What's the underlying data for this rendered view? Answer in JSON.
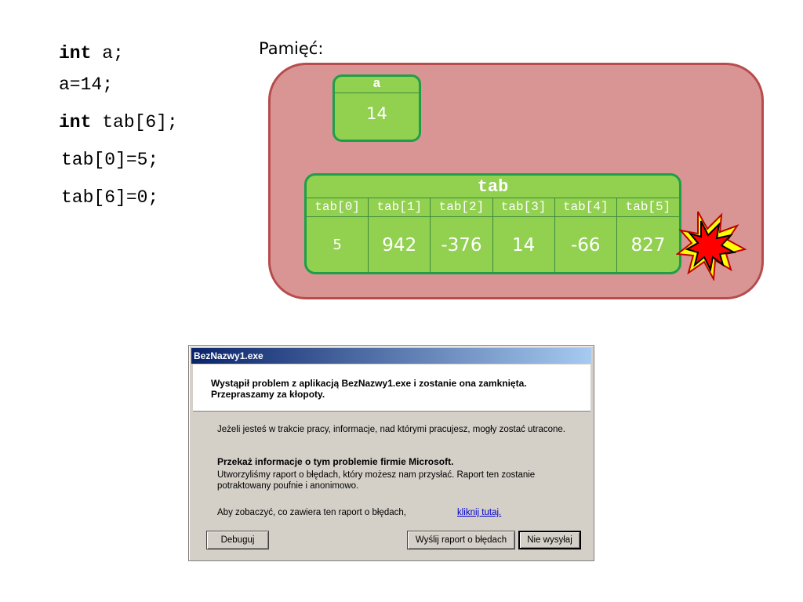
{
  "code": {
    "line1_kw": "int",
    "line1_rest": " a;",
    "line2": "a=14;",
    "line3_kw": "int",
    "line3_rest": " tab[6];",
    "line4": "tab[0]=5;",
    "line5": "tab[6]=0;"
  },
  "memory": {
    "label": "Pamięć:",
    "var_a": {
      "name": "a",
      "value": "14"
    },
    "array": {
      "name": "tab",
      "indices": [
        "tab[0]",
        "tab[1]",
        "tab[2]",
        "tab[3]",
        "tab[4]",
        "tab[5]"
      ],
      "values": [
        "5",
        "942",
        "-376",
        "14",
        "-66",
        "827"
      ]
    }
  },
  "colors": {
    "memory_fill": "#d99594",
    "memory_border": "#b84b4b",
    "variable_fill": "#92d050",
    "variable_border": "#1f9e4a",
    "explosion_outer": "#ffff00",
    "explosion_inner": "#ff0000"
  },
  "dialog": {
    "title": "BezNazwy1.exe",
    "header_line1": "Wystąpił problem z aplikacją BezNazwy1.exe i zostanie ona zamknięta.",
    "header_line2": "Przepraszamy za kłopoty.",
    "info": "Jeżeli jesteś w trakcie pracy, informacje, nad którymi pracujesz, mogły zostać utracone.",
    "report_heading": "Przekaż informacje o tym problemie firmie Microsoft.",
    "report_line1": "Utworzyliśmy raport o błędach, który możesz nam przysłać. Raport ten zostanie",
    "report_line2": "potraktowany poufnie i anonimowo.",
    "see_report": "Aby zobaczyć, co zawiera ten raport o błędach,",
    "link": "kliknij tutaj.",
    "buttons": {
      "debug": "Debuguj",
      "send": "Wyślij raport o błędach",
      "dont_send": "Nie wysyłaj"
    }
  }
}
